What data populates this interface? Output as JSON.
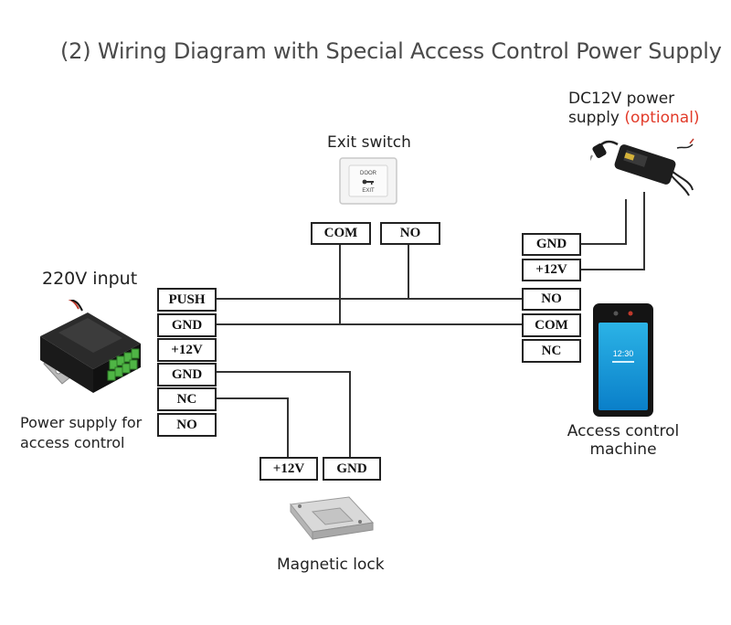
{
  "title": "(2) Wiring Diagram with Special Access Control Power Supply",
  "exit_switch": {
    "label": "Exit switch",
    "button_text_top": "DOOR",
    "button_text_bottom": "EXIT",
    "terminals": [
      "COM",
      "NO"
    ]
  },
  "dc_power": {
    "label_line1": "DC12V power",
    "label_line2_prefix": "supply ",
    "label_line2_optional": "(optional)",
    "optional_color": "#e23b2a"
  },
  "power_supply": {
    "input_label": "220V input",
    "label_line1": "Power supply for",
    "label_line2": "access control",
    "terminals": [
      "PUSH",
      "GND",
      "+12V",
      "GND",
      "NC",
      "NO"
    ]
  },
  "access_machine": {
    "terminals": [
      "GND",
      "+12V",
      "NO",
      "COM",
      "NC"
    ],
    "screen_time": "12:30",
    "label_line1": "Access control",
    "label_line2": "machine"
  },
  "magnetic_lock": {
    "label": "Magnetic lock",
    "terminals": [
      "+12V",
      "GND"
    ]
  }
}
